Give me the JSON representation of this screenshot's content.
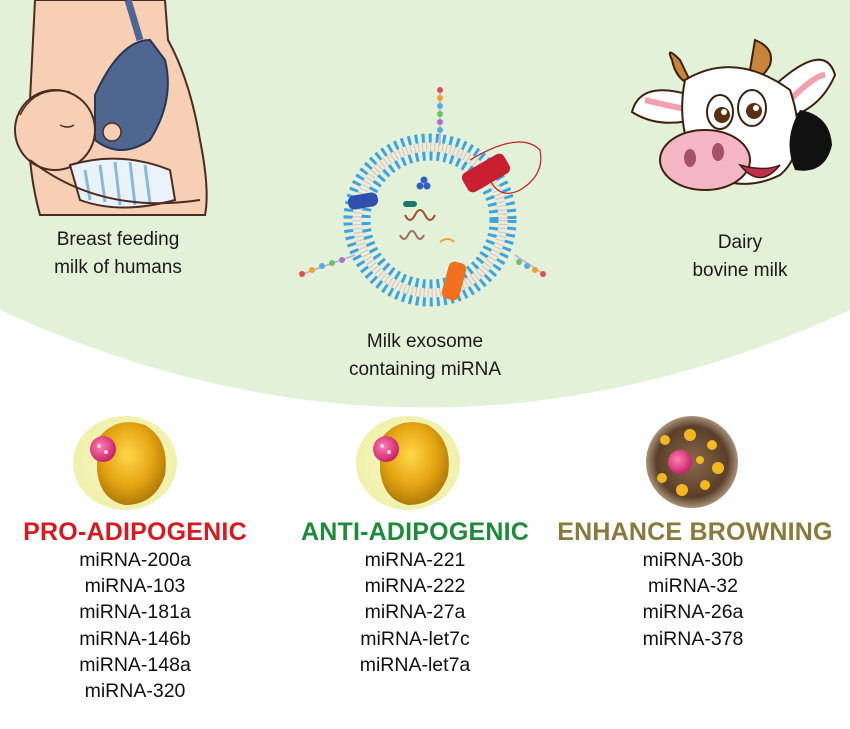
{
  "sources": {
    "human": {
      "caption_line1": "Breast feeding",
      "caption_line2": "milk of humans"
    },
    "cow": {
      "caption_line1": "Dairy",
      "caption_line2": "bovine milk"
    },
    "exosome": {
      "caption_line1": "Milk exosome",
      "caption_line2": "containing miRNA"
    }
  },
  "columns": [
    {
      "title": "PRO-ADIPOGENIC",
      "color": "#d71920",
      "items": [
        "miRNA-200a",
        "miRNA-103",
        "miRNA-181a",
        "miRNA-146b",
        "miRNA-148a",
        "miRNA-320"
      ]
    },
    {
      "title": "ANTI-ADIPOGENIC",
      "color": "#1e8a3a",
      "items": [
        "miRNA-221",
        "miRNA-222",
        "miRNA-27a",
        "miRNA-let7c",
        "miRNA-let7a"
      ]
    },
    {
      "title": "ENHANCE BROWNING",
      "color": "#8a7a3a",
      "items": [
        "miRNA-30b",
        "miRNA-32",
        "miRNA-26a",
        "miRNA-378"
      ]
    }
  ],
  "colors": {
    "background_panel": "#e4f1d9",
    "membrane_blue": "#3fa3e0"
  }
}
